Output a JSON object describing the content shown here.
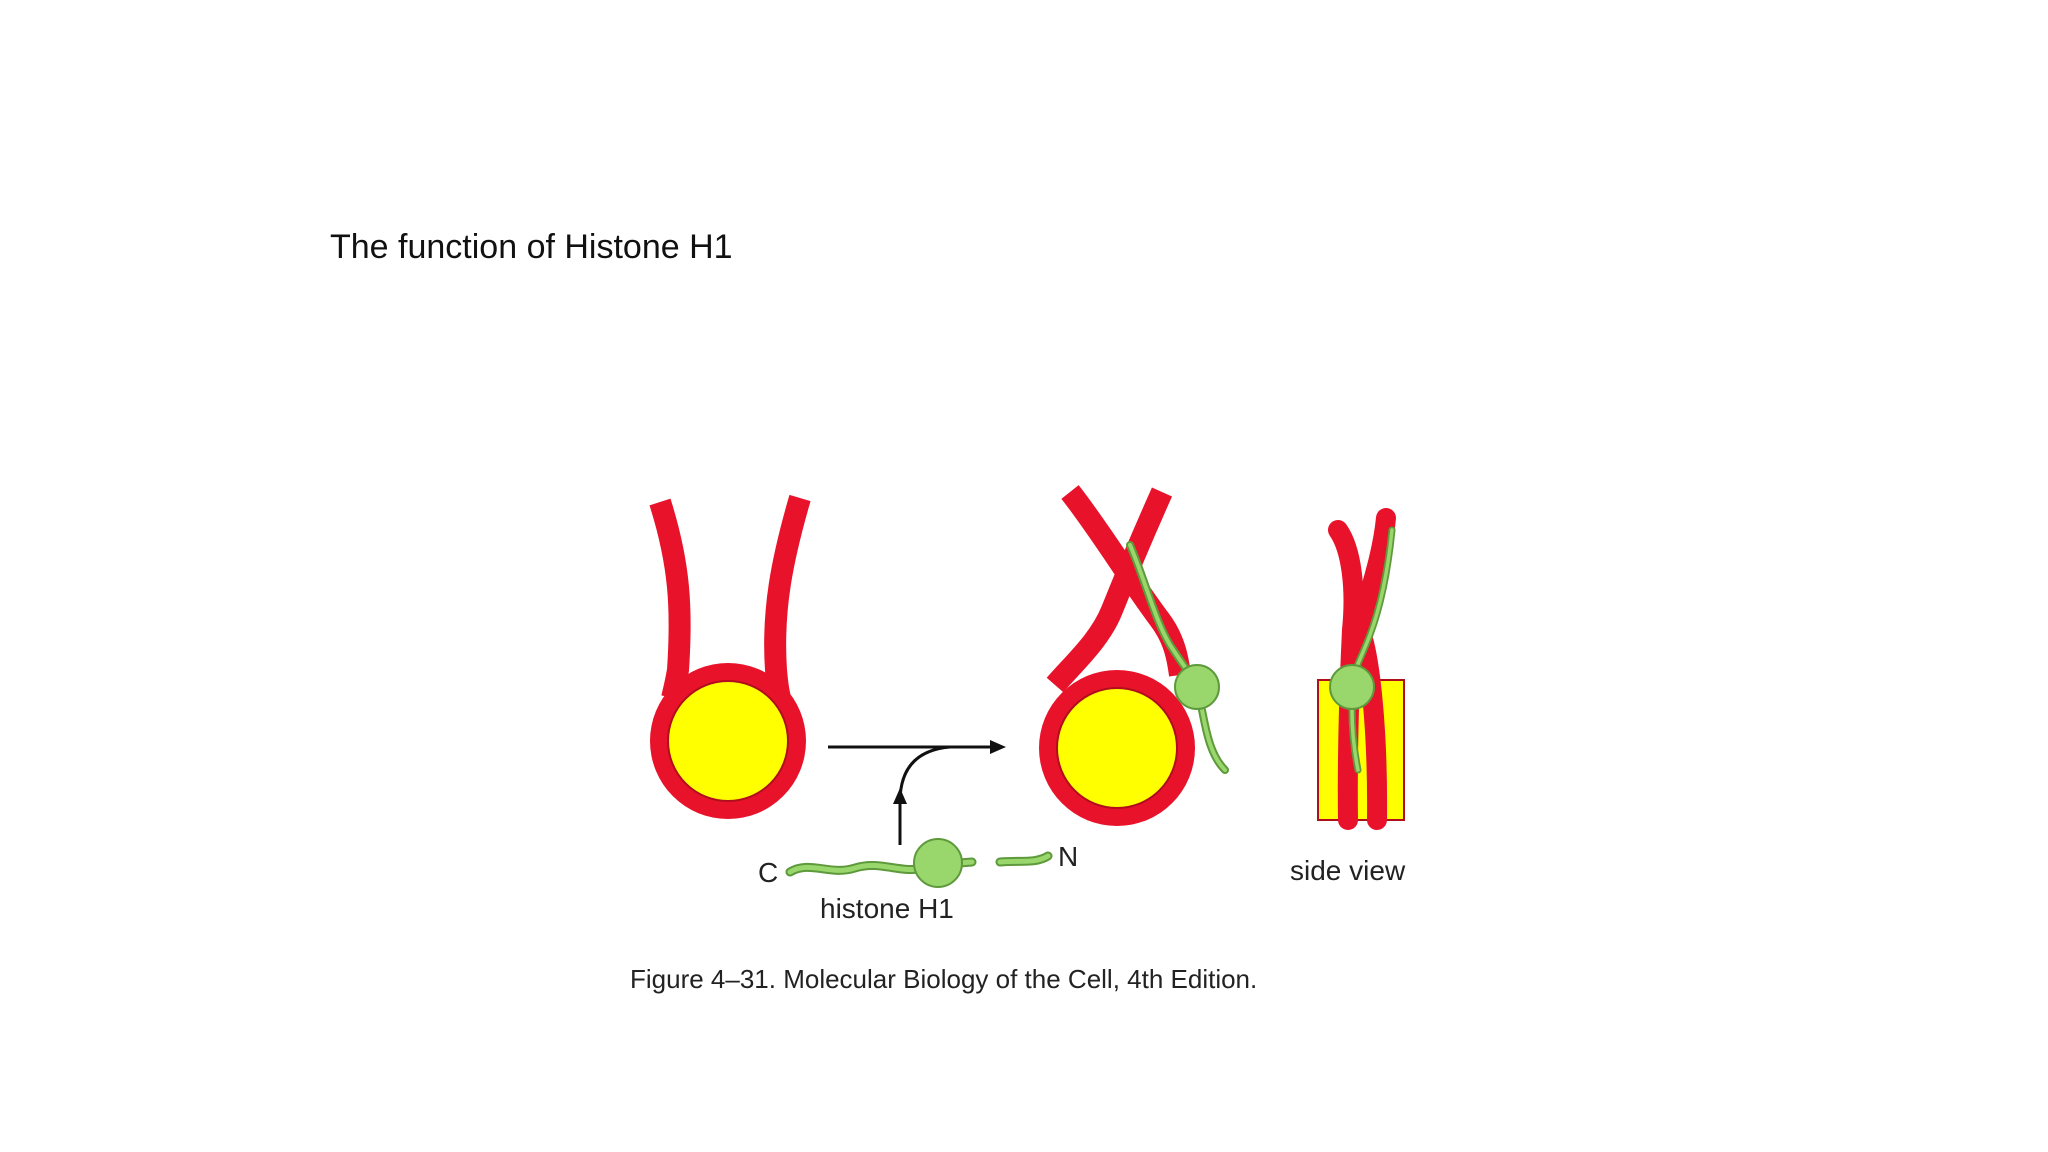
{
  "slide": {
    "title": "The function of Histone H1"
  },
  "figure": {
    "labels": {
      "c_terminus": "C",
      "n_terminus": "N",
      "histone": "histone H1",
      "side_view": "side view"
    },
    "caption": "Figure 4–31. Molecular Biology of the Cell, 4th Edition."
  },
  "colors": {
    "dna": "#e8132b",
    "dna_outline": "#b00d1d",
    "core": "#ffff00",
    "h1": "#99d66b",
    "h1_outline": "#5e9a3c",
    "arrow": "#111111"
  }
}
